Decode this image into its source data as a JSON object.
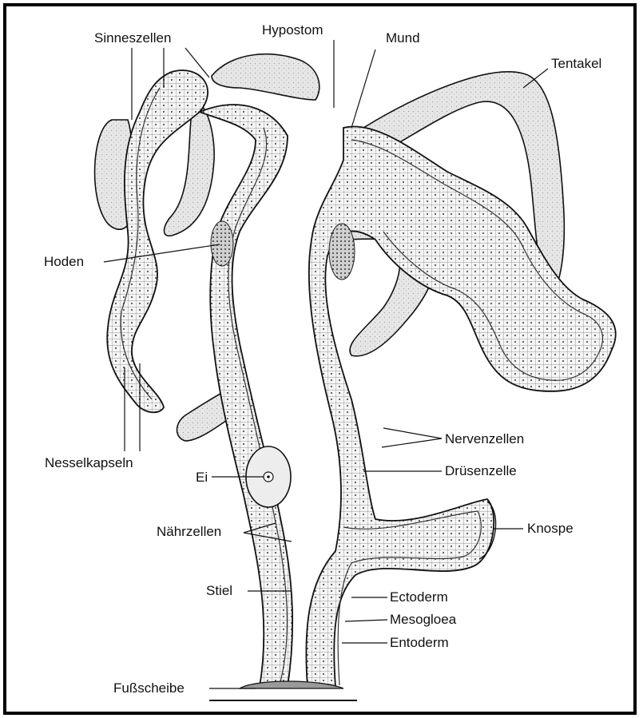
{
  "labels": {
    "sinneszellen": "Sinneszellen",
    "hypostom": "Hypostom",
    "mund": "Mund",
    "tentakel": "Tentakel",
    "hoden": "Hoden",
    "nesselkapseln": "Nesselkapseln",
    "ei": "Ei",
    "naehrzellen": "Nährzellen",
    "nervenzellen": "Nervenzellen",
    "druesenzelle": "Drüsenzelle",
    "knospe": "Knospe",
    "stiel": "Stiel",
    "ectoderm": "Ectoderm",
    "mesogloea": "Mesogloea",
    "entoderm": "Entoderm",
    "fussscheibe": "Fußscheibe"
  },
  "colors": {
    "ink": "#111111",
    "tentacle_fill": "#e4e4e4",
    "tissue_fill": "#f4f4f4",
    "frame": "#000000"
  }
}
